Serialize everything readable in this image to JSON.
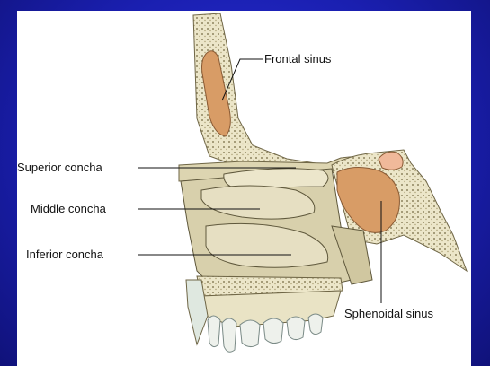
{
  "colors": {
    "background": "#1a1fb0",
    "panel": "#ffffff",
    "bone": "#e9e3c5",
    "bone_dark": "#b7a97a",
    "sinus": "#d9a06a",
    "mucosa": "#cfc6a0"
  },
  "labels": {
    "frontal_sinus": "Frontal sinus",
    "superior_concha": "Superior concha",
    "middle_concha": "Middle concha",
    "inferior_concha": "Inferior concha",
    "sphenoidal_sinus": "Sphenoidal sinus"
  }
}
